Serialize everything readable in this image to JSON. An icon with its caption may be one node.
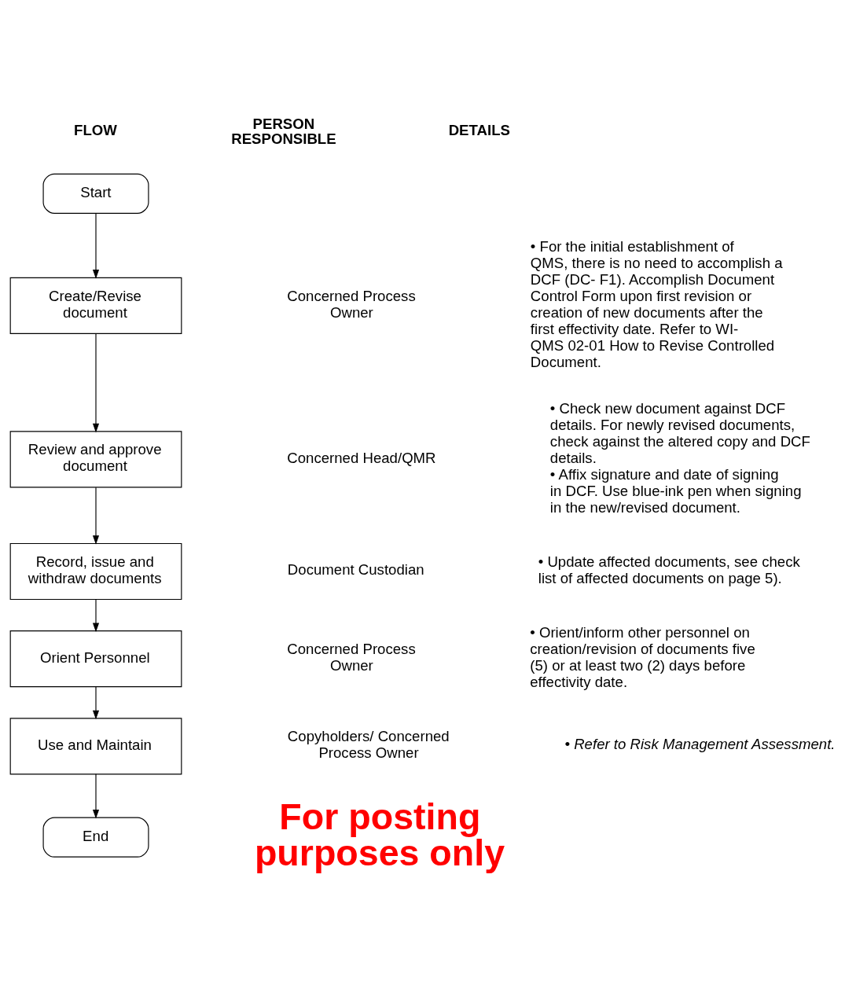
{
  "diagram": {
    "nodes": [
      {
        "text": [
          "Start"
        ]
      },
      {
        "text": [
          "Create/Revise document"
        ]
      },
      {
        "text": [
          "Review and approve document"
        ]
      },
      {
        "text": [
          "Record, issue and withdraw documents"
        ]
      },
      {
        "text": [
          "Orient Personnel"
        ]
      },
      {
        "text": [
          "Use and Maintain"
        ]
      },
      {
        "text": [
          "End"
        ]
      }
    ],
    "edges": [
      {
        "from": 0,
        "to": 1,
        "arrow": "to"
      },
      {
        "from": 1,
        "to": 2,
        "arrow": "to"
      },
      {
        "from": 2,
        "to": 3,
        "arrow": "to"
      },
      {
        "from": 3,
        "to": 4,
        "arrow": "to"
      },
      {
        "from": 4,
        "to": 5,
        "arrow": "to"
      },
      {
        "from": 5,
        "to": 6,
        "arrow": "to"
      }
    ],
    "labels": [
      "FLOW",
      "PERSON RESPONSIBLE",
      "DETAILS",
      "Concerned Process Owner",
      "• For the initial establishment of QMS, there is no need to accomplish a DCF (DC- F1). Accomplish Document Control Form upon first revision or creation of new documents after the first effectivity date. Refer to WI-QMS 02-01 How to Revise Controlled Document.",
      "Concerned Head/QMR",
      "• Check new document against DCF details. For newly revised documents, check against the altered copy and DCF details.",
      "• Affix signature and date of signing in DCF. Use blue-ink pen when signing in the new/revised document.",
      "Document Custodian",
      "• Update affected documents, see check list of affected documents on page 5).",
      "Concerned Process Owner",
      "• Orient/inform other personnel on creation/revision of documents five (5) or at least two (2) days before effectivity date.",
      "Copyholders/ Concerned Process Owner",
      "• Refer to Risk Management Assessment.",
      "For posting purposes only"
    ]
  }
}
